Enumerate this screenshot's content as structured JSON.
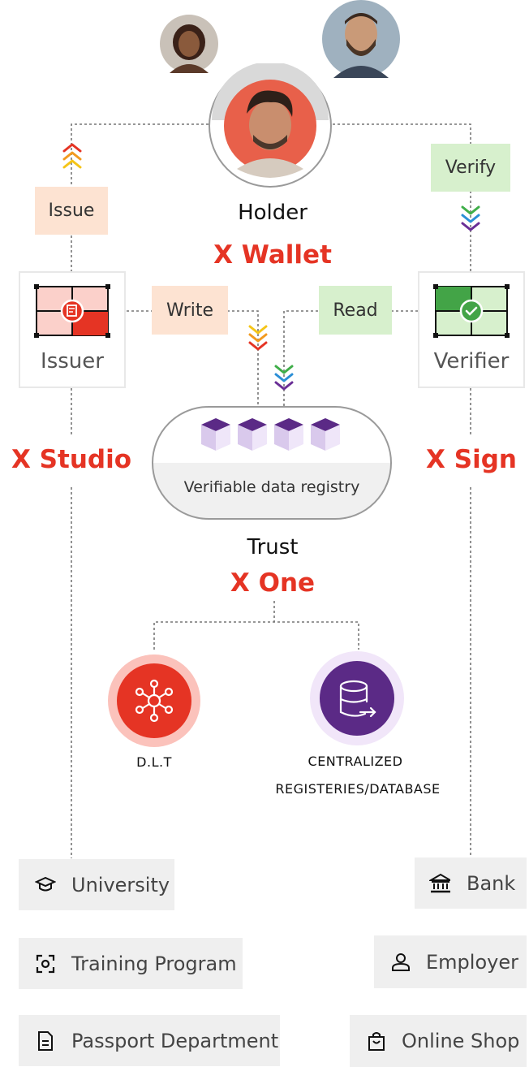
{
  "holder": {
    "label": "Holder",
    "product": "X Wallet"
  },
  "actions": {
    "issue": "Issue",
    "verify": "Verify",
    "write": "Write",
    "read": "Read"
  },
  "issuer": {
    "label": "Issuer",
    "product": "X Studio"
  },
  "verifier": {
    "label": "Verifier",
    "product": "X Sign"
  },
  "registry": {
    "label": "Verifiable data registry"
  },
  "trust": {
    "label": "Trust",
    "product": "X One"
  },
  "sources": [
    {
      "label": "D.L.T"
    },
    {
      "label_line1": "CENTRALIZED",
      "label_line2": "REGISTERIES/DATABASE"
    }
  ],
  "issuer_entities": [
    {
      "label": "University",
      "icon": "graduation-cap-icon"
    },
    {
      "label": "Training Program",
      "icon": "focus-frame-icon"
    },
    {
      "label": "Passport Department",
      "icon": "document-icon"
    }
  ],
  "verifier_entities": [
    {
      "label": "Bank",
      "icon": "bank-icon"
    },
    {
      "label": "Employer",
      "icon": "person-icon"
    },
    {
      "label": "Online Shop",
      "icon": "shopping-bag-icon"
    }
  ],
  "colors": {
    "brand_red": "#e53424",
    "issue_tag": "#fde3d2",
    "verify_tag": "#d7f0cd",
    "purple": "#5b2a86"
  }
}
